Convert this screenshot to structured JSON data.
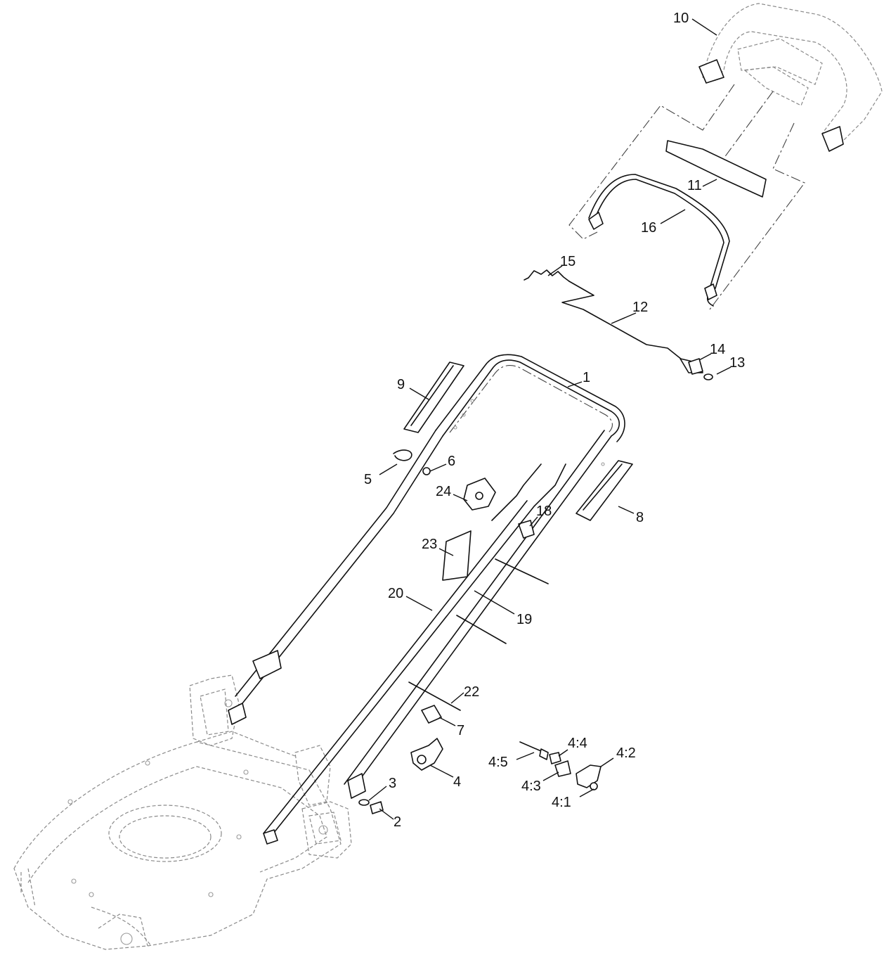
{
  "callouts": [
    {
      "id": "1",
      "label": "1"
    },
    {
      "id": "2",
      "label": "2"
    },
    {
      "id": "3",
      "label": "3"
    },
    {
      "id": "4",
      "label": "4"
    },
    {
      "id": "4-1",
      "label": "4:1"
    },
    {
      "id": "4-2",
      "label": "4:2"
    },
    {
      "id": "4-3",
      "label": "4:3"
    },
    {
      "id": "4-4",
      "label": "4:4"
    },
    {
      "id": "4-5",
      "label": "4:5"
    },
    {
      "id": "5",
      "label": "5"
    },
    {
      "id": "6",
      "label": "6"
    },
    {
      "id": "7",
      "label": "7"
    },
    {
      "id": "8",
      "label": "8"
    },
    {
      "id": "9",
      "label": "9"
    },
    {
      "id": "10",
      "label": "10"
    },
    {
      "id": "11",
      "label": "11"
    },
    {
      "id": "12",
      "label": "12"
    },
    {
      "id": "13",
      "label": "13"
    },
    {
      "id": "14",
      "label": "14"
    },
    {
      "id": "15",
      "label": "15"
    },
    {
      "id": "16",
      "label": "16"
    },
    {
      "id": "18",
      "label": "18"
    },
    {
      "id": "19",
      "label": "19"
    },
    {
      "id": "20",
      "label": "20"
    },
    {
      "id": "22",
      "label": "22"
    },
    {
      "id": "23",
      "label": "23"
    },
    {
      "id": "24",
      "label": "24"
    }
  ]
}
